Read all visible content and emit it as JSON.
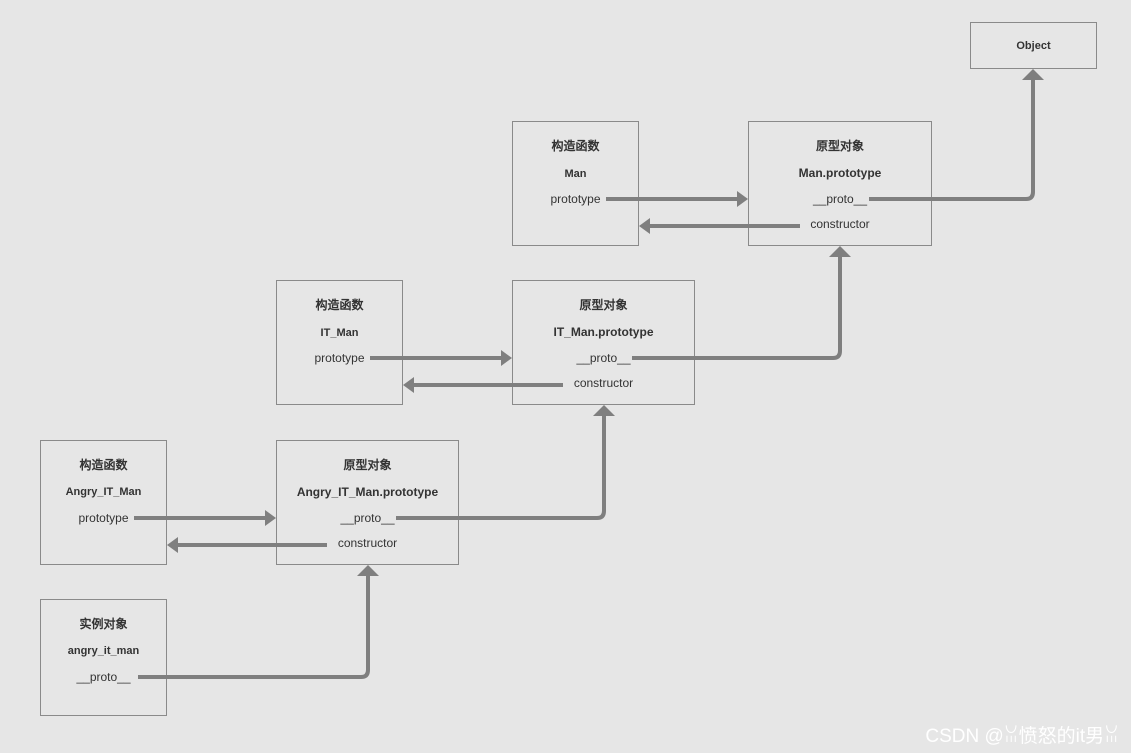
{
  "diagram": {
    "object_box": {
      "title": "Object"
    },
    "man_ctor": {
      "kind": "构造函数",
      "name": "Man",
      "prototype": "prototype"
    },
    "man_proto": {
      "kind": "原型对象",
      "name": "Man.prototype",
      "proto": "__proto__",
      "constructor": "constructor"
    },
    "itman_ctor": {
      "kind": "构造函数",
      "name": "IT_Man",
      "prototype": "prototype"
    },
    "itman_proto": {
      "kind": "原型对象",
      "name": "IT_Man.prototype",
      "proto": "__proto__",
      "constructor": "constructor"
    },
    "angry_ctor": {
      "kind": "构造函数",
      "name": "Angry_IT_Man",
      "prototype": "prototype"
    },
    "angry_proto": {
      "kind": "原型对象",
      "name": "Angry_IT_Man.prototype",
      "proto": "__proto__",
      "constructor": "constructor"
    },
    "instance": {
      "kind": "实例对象",
      "name": "angry_it_man",
      "proto": "__proto__"
    }
  },
  "watermark": "CSDN @ꈍ愤怒的it男ꈍ",
  "colors": {
    "background": "#e6e6e6",
    "border": "#8a8a8a",
    "arrow": "#7f7f7f",
    "text": "#333333"
  }
}
